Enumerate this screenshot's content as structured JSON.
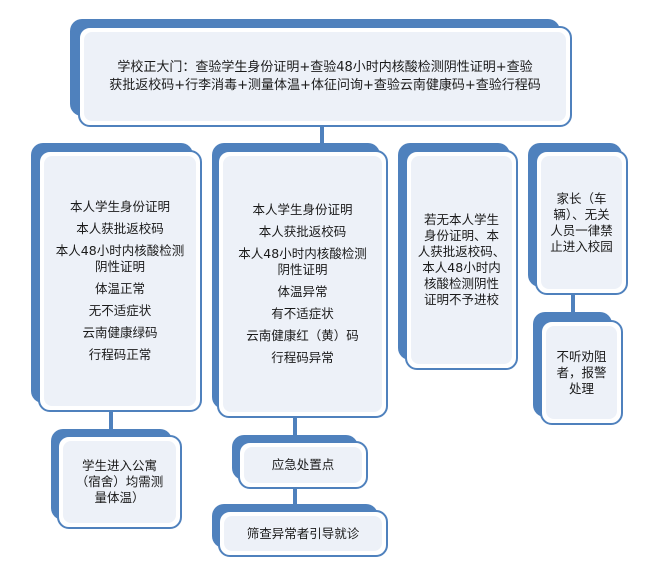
{
  "top": {
    "lines": [
      "学校正大门：查验学生身份证明+查验48小时内核酸检测阴性证明+查验",
      "获批返校码+行李消毒+测量体温+体征问询+查验云南健康码+查验行程码"
    ]
  },
  "col_normal": {
    "lines": [
      "本人学生身份证明",
      "本人获批返校码",
      "本人48小时内核酸检测",
      "阴性证明",
      "体温正常",
      "无不适症状",
      "云南健康绿码",
      "行程码正常"
    ]
  },
  "col_abnormal": {
    "lines": [
      "本人学生身份证明",
      "本人获批返校码",
      "本人48小时内核酸检测",
      "阴性证明",
      "体温异常",
      "有不适症状",
      "云南健康红（黄）码",
      "行程码异常"
    ]
  },
  "col_denied": {
    "lines": [
      "若无本人学生",
      "身份证明、本",
      "人获批返校码、",
      "本人48小时内",
      "核酸检测阴性",
      "证明不予进校"
    ]
  },
  "col_parents": {
    "lines": [
      "家长（车",
      "辆）、无关",
      "人员一律禁",
      "止进入校园"
    ]
  },
  "police": {
    "lines": [
      "不听劝阻",
      "者，报警",
      "处理"
    ]
  },
  "dorm": {
    "lines": [
      "学生进入公寓",
      "（宿舍）均需测",
      "量体温）"
    ]
  },
  "emergency": {
    "label": "应急处置点"
  },
  "screening": {
    "label": "筛查异常者引导就诊"
  },
  "colors": {
    "accent": "#4f81bd",
    "fill": "#edf1f8"
  }
}
